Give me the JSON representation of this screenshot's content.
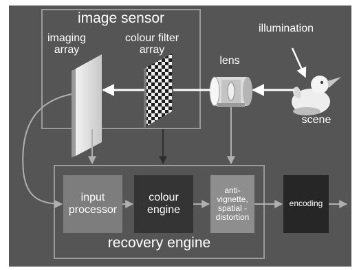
{
  "sensor": {
    "title": "image sensor",
    "imaging_array": [
      "imaging",
      "array"
    ],
    "colour_filter_array": [
      "colour filter",
      "array"
    ]
  },
  "lens": {
    "label": "lens"
  },
  "illumination": {
    "label": "illumination"
  },
  "scene": {
    "label": "scene"
  },
  "recovery": {
    "title": "recovery engine",
    "input_processor": [
      "input",
      "processor"
    ],
    "colour_engine": [
      "colour",
      "engine"
    ],
    "anti_vignette": [
      "anti-",
      "vignette,",
      "spatial -",
      "distortion"
    ]
  },
  "encoding": {
    "label": "encoding"
  },
  "colors": {
    "background": "#555555",
    "group_border": "#9a9a9a",
    "input_processor": "#7d7d7d",
    "colour_engine": "#343434",
    "anti_vignette": "#8e8e8e",
    "encoding": "#262626",
    "arrow_light": "#ffffff",
    "arrow_grey": "#b0b0b0"
  }
}
